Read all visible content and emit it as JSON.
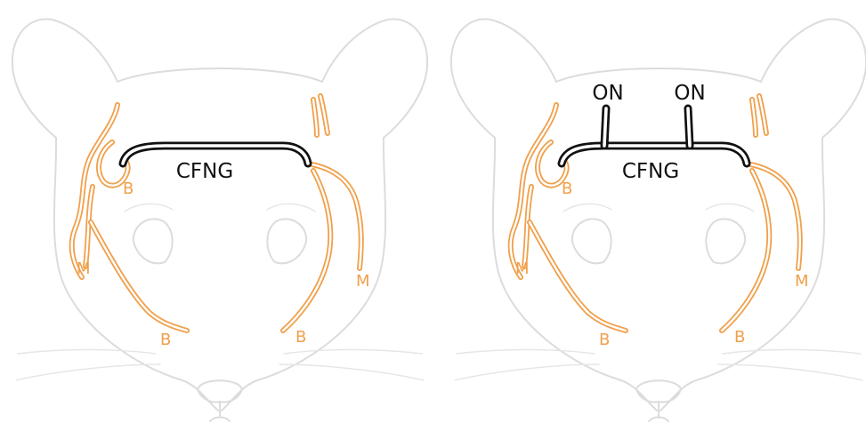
{
  "panels": [
    {
      "graft_label": "CFNG",
      "optic_labels": [],
      "buccal_labels": [
        "B",
        "B",
        "B"
      ],
      "marginal_labels": [
        "M",
        "M"
      ]
    },
    {
      "graft_label": "CFNG",
      "optic_labels": [
        "ON",
        "ON"
      ],
      "buccal_labels": [
        "B",
        "B",
        "B"
      ],
      "marginal_labels": [
        "M",
        "M"
      ]
    }
  ],
  "colors": {
    "nerve": "#f0a04b",
    "graft": "#111111",
    "outline": "#dcdcdc"
  }
}
